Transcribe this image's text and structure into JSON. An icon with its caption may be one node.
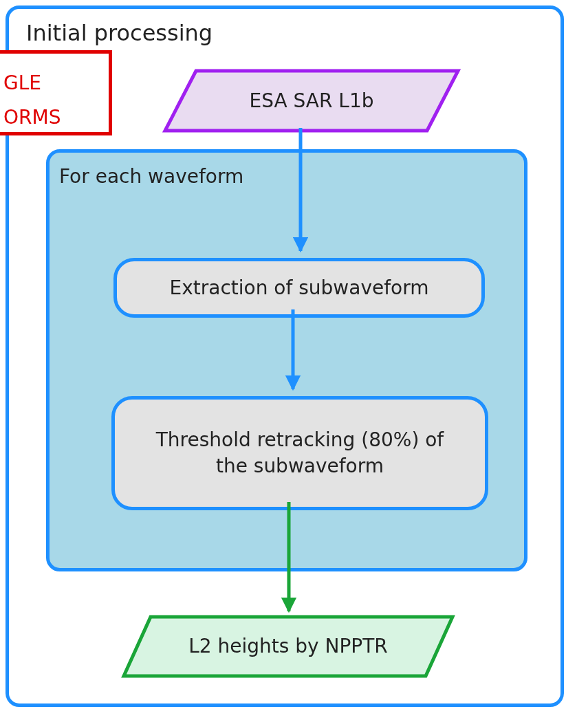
{
  "diagram": {
    "nodes": [
      {
        "text": [
          "Initial processing"
        ]
      },
      {
        "text": [
          "GLE ORMS"
        ]
      },
      {
        "text": [
          "ESA SAR L1b"
        ],
        "in": 0
      },
      {
        "text": [
          "For each waveform"
        ],
        "in": 0
      },
      {
        "text": [
          "Extraction of subwaveform"
        ],
        "in": 3
      },
      {
        "text": [
          "Threshold retracking (80%) of the subwaveform"
        ],
        "in": 3
      },
      {
        "text": [
          "L2 heights by NPPTR"
        ],
        "in": 0
      }
    ],
    "edges": [
      {
        "from": 2,
        "to": 4,
        "arrow": "to"
      },
      {
        "from": 4,
        "to": 5,
        "arrow": "to"
      },
      {
        "from": 5,
        "to": 6,
        "arrow": "to",
        "color": "#1aa538"
      }
    ]
  }
}
